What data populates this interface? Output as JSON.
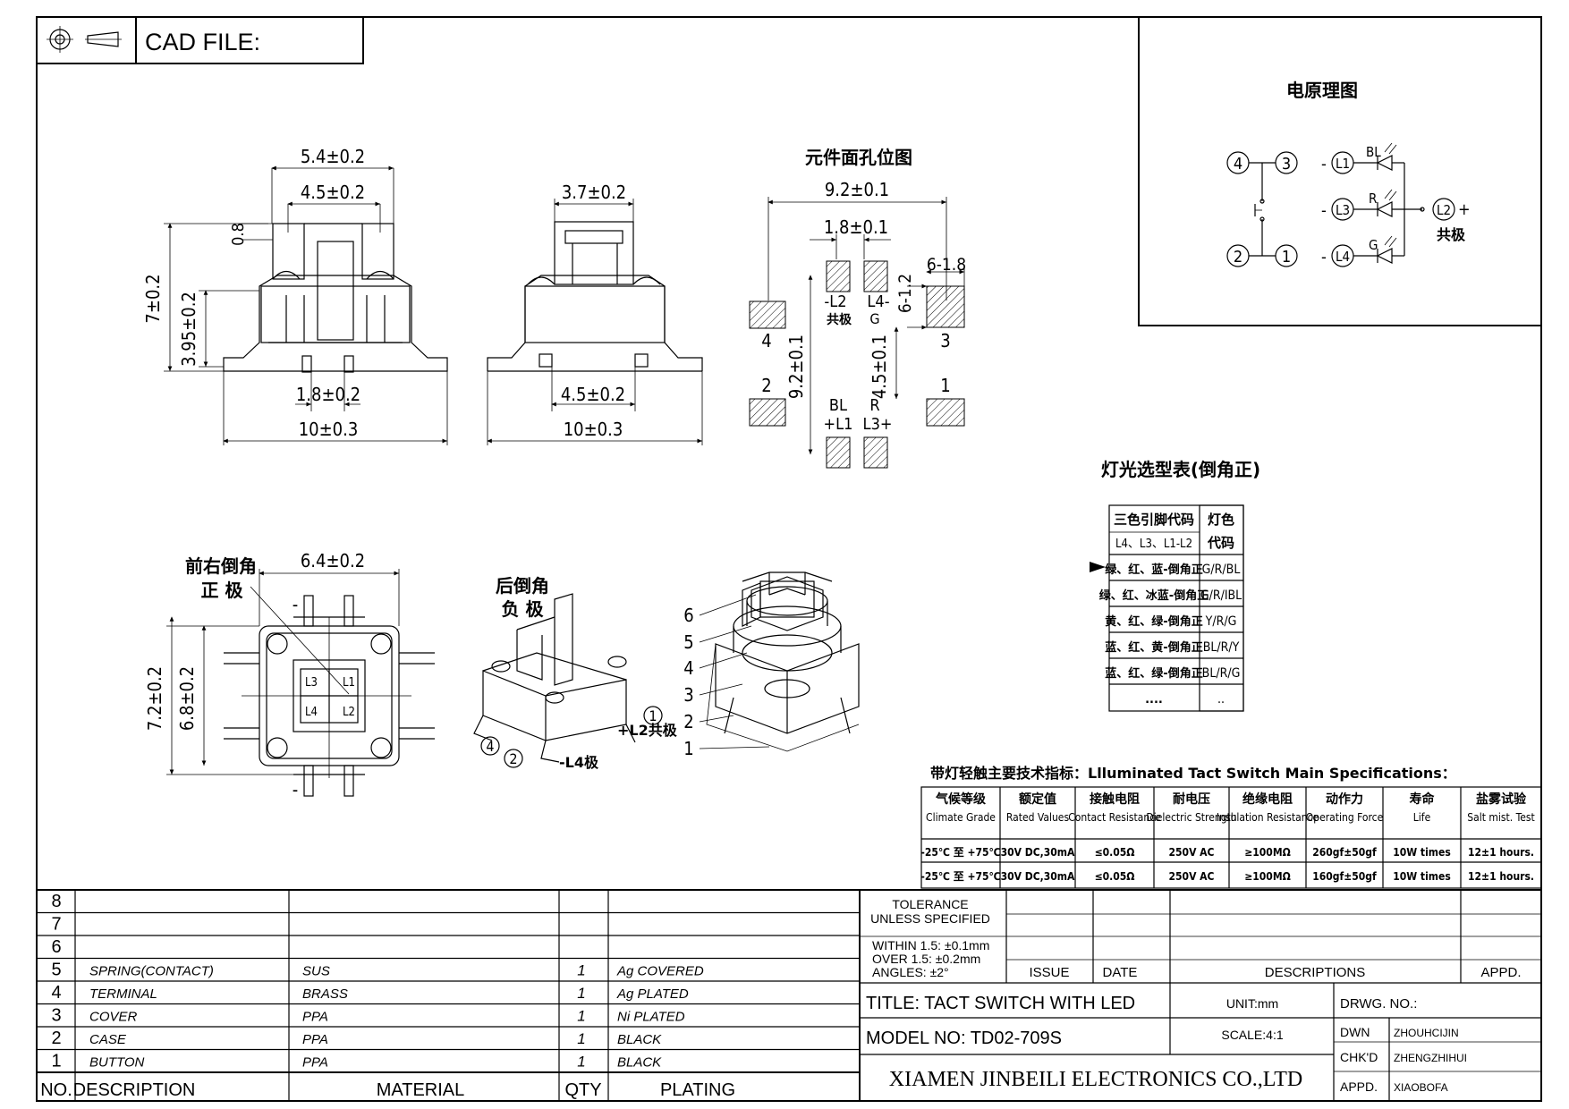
{
  "header": {
    "cad_file_label": "CAD FILE:"
  },
  "top_view": {
    "dim_top1": "5.4±0.2",
    "dim_top2": "4.5±0.2",
    "dim_small": "0.8",
    "dim_height": "7±0.2",
    "dim_body_height": "3.95±0.2",
    "dim_pin_spacing": "1.8±0.2",
    "dim_width": "10±0.3"
  },
  "side_view": {
    "dim_top": "3.7±0.2",
    "dim_pin_spacing": "4.5±0.2",
    "dim_width": "10±0.3"
  },
  "pcb_layout": {
    "title": "元件面孔位图",
    "dim_width": "9.2±0.1",
    "dim_pad_spacing": "1.8±0.1",
    "dim_pad_count": "6-1.8",
    "dim_pad_size": "6-1.2",
    "dim_height": "9.2±0.1",
    "dim_inner": "4.5±0.1",
    "pin4": "4",
    "pin3": "3",
    "pin2": "2",
    "pin1": "1",
    "lbl_l2": "-L2",
    "lbl_l2_sub": "共极",
    "lbl_l4": "L4-",
    "lbl_l4_sub": "G",
    "lbl_bl": "BL",
    "lbl_l1": "+L1",
    "lbl_r": "R",
    "lbl_l3": "L3+"
  },
  "schematic": {
    "title": "电原理图",
    "n4": "4",
    "n3": "3",
    "n2": "2",
    "n1": "1",
    "l1": "L1",
    "l3": "L3",
    "l4": "L4",
    "l2": "L2",
    "bl": "BL",
    "r": "R",
    "g": "G",
    "plus": "+",
    "minus": "-",
    "common": "共极"
  },
  "bottom_view": {
    "label1": "前右倒角",
    "label2": "正 极",
    "dim_top": "6.4±0.2",
    "dim_outer": "7.2±0.2",
    "dim_inner": "6.8±0.2",
    "l3": "L3",
    "l1": "L1",
    "l4": "L4",
    "l2": "L2",
    "minus_top": "-",
    "minus_bot": "-"
  },
  "iso_view": {
    "label1": "后倒角",
    "label2": "负 极",
    "c1": "1",
    "c2": "2",
    "c4": "4",
    "l2": "+L2共极",
    "l4": "-L4极"
  },
  "exploded_view": {
    "parts": [
      "6",
      "5",
      "4",
      "3",
      "2",
      "1"
    ]
  },
  "light_table": {
    "title": "灯光选型表(倒角正)",
    "header1": "三色引脚代码",
    "header1_sub": "L4、L3、L1-L2",
    "header2": "灯色",
    "header2_sub": "代码",
    "rows": [
      {
        "pins": "绿、红、蓝-倒角正",
        "code": "G/R/BL",
        "selected": true
      },
      {
        "pins": "绿、红、冰蓝-倒角正",
        "code": "G/R/IBL",
        "selected": false
      },
      {
        "pins": "黄、红、绿-倒角正",
        "code": "Y/R/G",
        "selected": false
      },
      {
        "pins": "蓝、红、黄-倒角正",
        "code": "BL/R/Y",
        "selected": false
      },
      {
        "pins": "蓝、红、绿-倒角正",
        "code": "BL/R/G",
        "selected": false
      },
      {
        "pins": "....",
        "code": "..",
        "selected": false
      }
    ]
  },
  "spec_table": {
    "title": "带灯轻触主要技术指标：Llluminated Tact Switch Main Specifications：",
    "headers": [
      {
        "cn": "气候等级",
        "en": "Climate Grade"
      },
      {
        "cn": "额定值",
        "en": "Rated Values"
      },
      {
        "cn": "接触电阻",
        "en": "Contact Resistance"
      },
      {
        "cn": "耐电压",
        "en": "Dielectric Strength"
      },
      {
        "cn": "绝缘电阻",
        "en": "Insulation Resistance"
      },
      {
        "cn": "动作力",
        "en": "Operating Force"
      },
      {
        "cn": "寿命",
        "en": "Life"
      },
      {
        "cn": "盐雾试验",
        "en": "Salt mist. Test"
      }
    ],
    "rows": [
      [
        "-25℃ 至 +75℃",
        "30V DC,30mA",
        "≤0.05Ω",
        "250V AC",
        "≥100MΩ",
        "260gf±50gf",
        "10W times",
        "12±1 hours."
      ],
      [
        "-25℃ 至 +75℃",
        "30V DC,30mA",
        "≤0.05Ω",
        "250V AC",
        "≥100MΩ",
        "160gf±50gf",
        "10W times",
        "12±1 hours."
      ]
    ]
  },
  "bom": {
    "rows": [
      {
        "no": "8",
        "desc": "",
        "material": "",
        "qty": "",
        "plating": ""
      },
      {
        "no": "7",
        "desc": "",
        "material": "",
        "qty": "",
        "plating": ""
      },
      {
        "no": "6",
        "desc": "",
        "material": "",
        "qty": "",
        "plating": ""
      },
      {
        "no": "5",
        "desc": "SPRING(CONTACT)",
        "material": "SUS",
        "qty": "1",
        "plating": "Ag COVERED"
      },
      {
        "no": "4",
        "desc": "TERMINAL",
        "material": "BRASS",
        "qty": "1",
        "plating": "Ag PLATED"
      },
      {
        "no": "3",
        "desc": "COVER",
        "material": "PPA",
        "qty": "1",
        "plating": "Ni PLATED"
      },
      {
        "no": "2",
        "desc": "CASE",
        "material": "PPA",
        "qty": "1",
        "plating": "BLACK"
      },
      {
        "no": "1",
        "desc": "BUTTON",
        "material": "PPA",
        "qty": "1",
        "plating": "BLACK"
      }
    ],
    "headers": {
      "no": "NO.",
      "desc": "DESCRIPTION",
      "material": "MATERIAL",
      "qty": "QTY",
      "plating": "PLATING"
    }
  },
  "title_block": {
    "tolerance1": "TOLERANCE",
    "tolerance2": "UNLESS SPECIFIED",
    "within": "WITHIN 1.5: ±0.1mm",
    "over": "OVER 1.5:  ±0.2mm",
    "angles": "ANGLES: ±2°",
    "issue": "ISSUE",
    "date": "DATE",
    "descriptions": "DESCRIPTIONS",
    "appd": "APPD.",
    "title": "TITLE:  TACT SWITCH WITH LED",
    "unit": "UNIT:mm",
    "drwg_no": "DRWG. NO.:",
    "model": "MODEL NO: TD02-709S",
    "scale": "SCALE:4:1",
    "dwn_label": "DWN",
    "dwn": "ZHOUHCIJIN",
    "chkd_label": "CHK'D",
    "chkd": "ZHENGZHIHUI",
    "appd_label": "APPD.",
    "appd_name": "XIAOBOFA",
    "company": "XIAMEN JINBEILI ELECTRONICS CO.,LTD"
  }
}
